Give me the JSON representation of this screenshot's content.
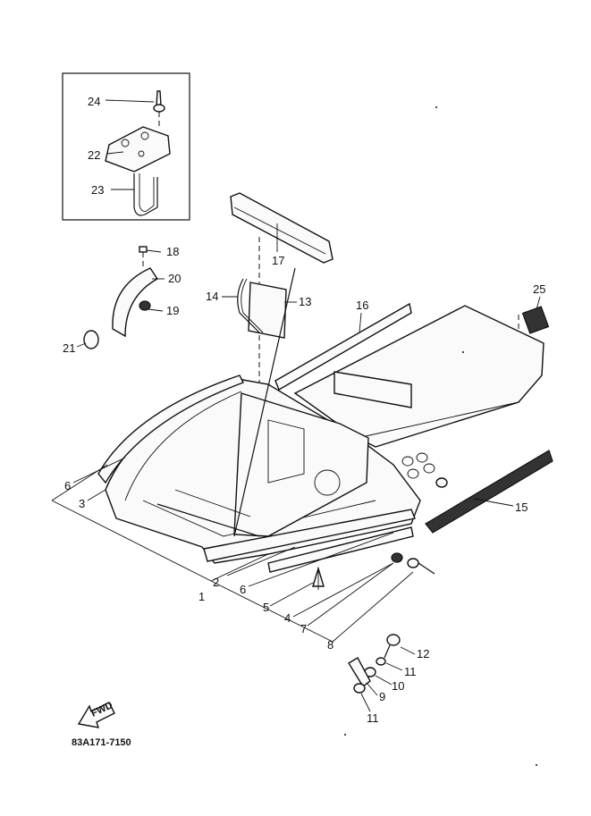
{
  "figure": {
    "code": "83A171-7150",
    "fwd_label": "FWD"
  },
  "parts": {
    "p1": "1",
    "p2": "2",
    "p3": "3",
    "p4": "4",
    "p5": "5",
    "p6a": "6",
    "p6b": "6",
    "p7": "7",
    "p8": "8",
    "p9": "9",
    "p10": "10",
    "p11a": "11",
    "p11b": "11",
    "p12": "12",
    "p13": "13",
    "p14": "14",
    "p15": "15",
    "p16": "16",
    "p17": "17",
    "p18": "18",
    "p19": "19",
    "p20": "20",
    "p21": "21",
    "p22": "22",
    "p23": "23",
    "p24": "24",
    "p25": "25"
  }
}
